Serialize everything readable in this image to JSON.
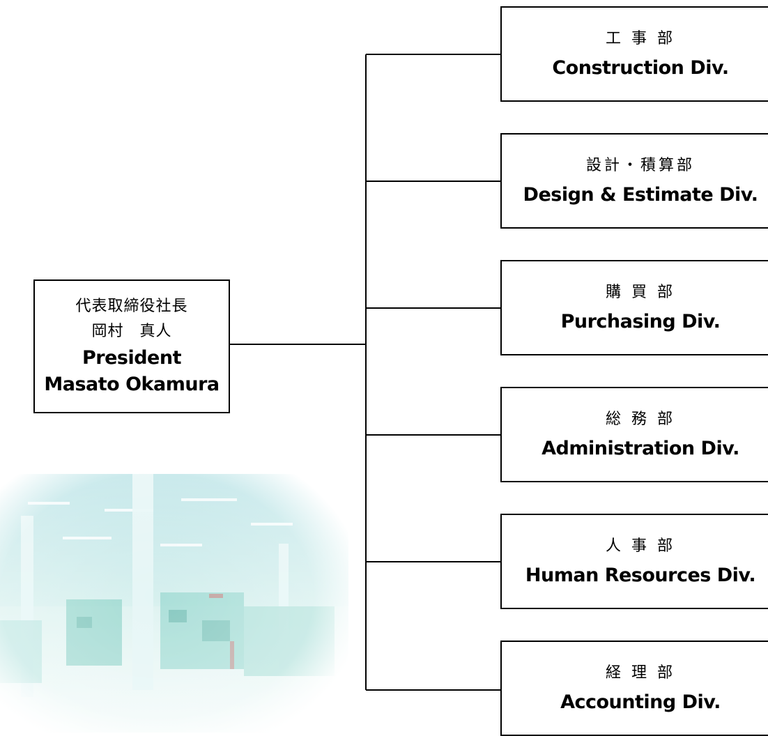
{
  "president": {
    "title_jp": "代表取締役社長",
    "name_jp": "岡村　真人",
    "title_en": "President",
    "name_en": "Masato Okamura"
  },
  "divisions": [
    {
      "name_jp": "工 事 部",
      "name_en": "Construction Div."
    },
    {
      "name_jp": "設計・積算部",
      "name_en": "Design & Estimate Div."
    },
    {
      "name_jp": "購 買 部",
      "name_en": "Purchasing Div."
    },
    {
      "name_jp": "総 務 部",
      "name_en": "Administration Div."
    },
    {
      "name_jp": "人 事 部",
      "name_en": "Human Resources Div."
    },
    {
      "name_jp": "経 理 部",
      "name_en": "Accounting Div."
    }
  ],
  "colors": {
    "line": "#000000",
    "photo_tint": "#bfe7e4"
  }
}
